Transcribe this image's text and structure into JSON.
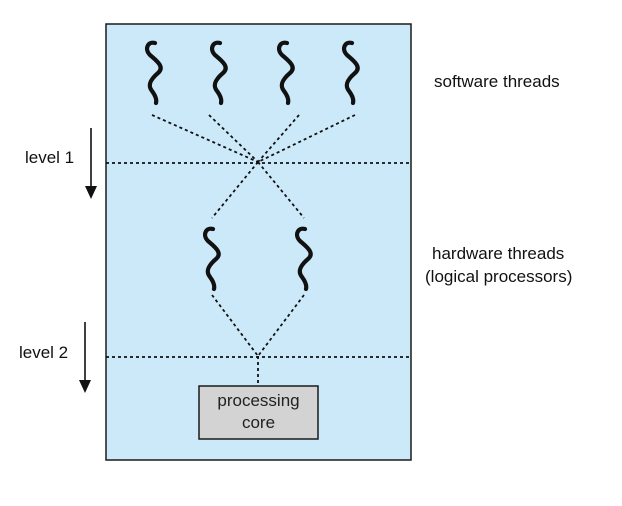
{
  "labels": {
    "software_threads": "software threads",
    "hardware_threads": "hardware threads",
    "logical_processors": "(logical processors)",
    "level_1": "level 1",
    "level_2": "level 2",
    "core_line1": "processing",
    "core_line2": "core"
  },
  "colors": {
    "panel_fill": "#cce9f9",
    "panel_border": "#1a1a1a",
    "core_fill": "#d3d3d3",
    "ink": "#111111"
  },
  "icons": {
    "thread": "squiggle-thread-icon",
    "arrow": "down-arrow-icon"
  }
}
